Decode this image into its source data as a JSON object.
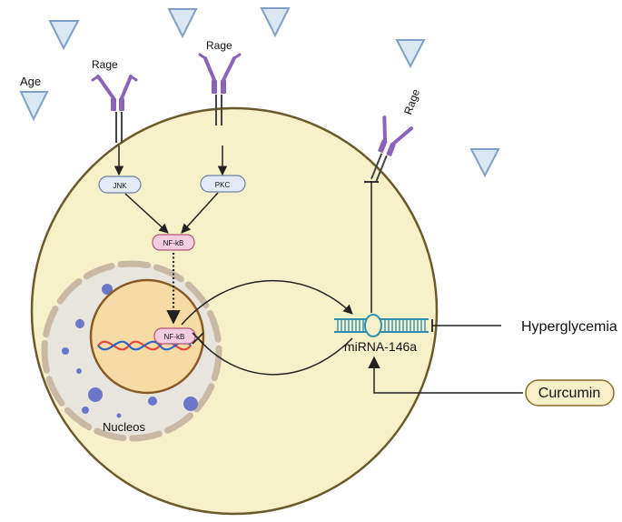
{
  "labels": {
    "age": "Age",
    "rage_left": "Rage",
    "rage_center": "Rage",
    "rage_right": "Rage",
    "jnk": "JNK",
    "pkc": "PKC",
    "nfkb_cytoplasm": "NF-kB",
    "nfkb_nucleus": "NF-kB",
    "mirna": "miRNA-146a",
    "hyperglycemia": "Hyperglycemia",
    "curcumin": "Curcumin",
    "nucleos": "Nucleos"
  },
  "colors": {
    "cell_fill": "#f6f1c8",
    "cell_stroke": "#6b5a2c",
    "nucleus_fill": "#f6dca4",
    "nucleus_stroke": "#8a5a26",
    "envelope_fill": "#e8e5de",
    "envelope_dash": "#c9b9a4",
    "age_triangle_fill": "#dbe7f3",
    "age_triangle_stroke": "#7fa0c6",
    "receptor_purple": "#8b64b9",
    "kinase_fill": "#e4ebf7",
    "kinase_stroke": "#6c7fa5",
    "nfkb_fill": "#f5cde1",
    "nfkb_stroke": "#b3537a",
    "mirna_teal": "#2f8fb3",
    "curcumin_fill": "#f6efc8",
    "curcumin_stroke": "#8a6d2a",
    "dot_blue": "#6b78c8",
    "dna_red": "#e0483a",
    "dna_blue": "#2f63c7"
  }
}
